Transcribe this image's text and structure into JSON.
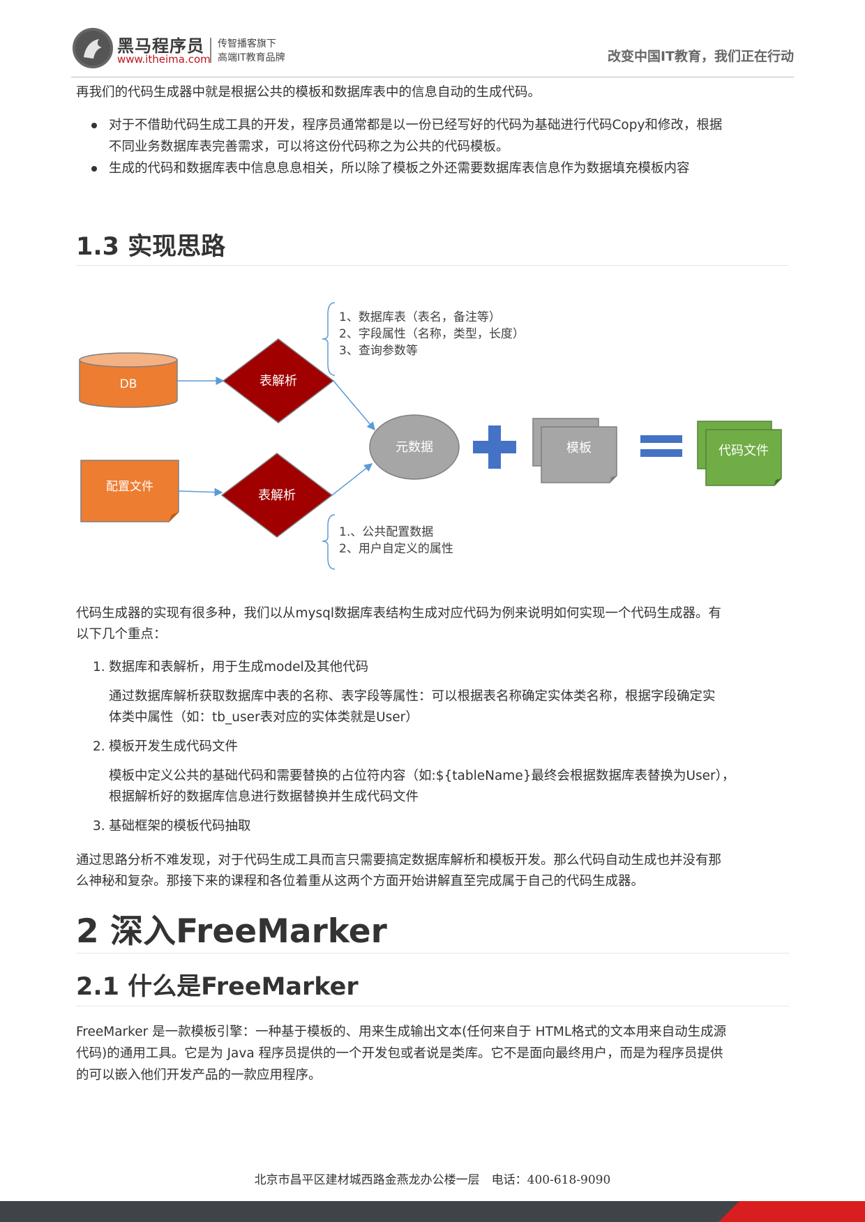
{
  "header": {
    "brand": "黑马程序员",
    "url": "www.itheima.com",
    "tagline_line1": "传智播客旗下",
    "tagline_line2": "高端IT教育品牌",
    "slogan": "改变中国IT教育，我们正在行动"
  },
  "intro": {
    "paragraph": "再我们的代码生成器中就是根据公共的模板和数据库表中的信息自动的生成代码。",
    "bullets": [
      {
        "line1": "对于不借助代码生成工具的开发，程序员通常都是以一份已经写好的代码为基础进行代码Copy和修改，根据",
        "line2": "不同业务数据库表完善需求，可以将这份代码称之为公共的代码模板。"
      },
      {
        "line1": "生成的代码和数据库表中信息息息相关，所以除了模板之外还需要数据库表信息作为数据填充模板内容"
      }
    ]
  },
  "section_1_3": {
    "heading": "1.3 实现思路",
    "diagram": {
      "db": "DB",
      "config_file": "配置文件",
      "table_parse_top": "表解析",
      "table_parse_bottom": "表解析",
      "metadata": "元数据",
      "template": "模板",
      "code_file": "代码文件",
      "notes_top": [
        "1、数据库表（表名，备注等）",
        "2、字段属性（名称，类型，长度）",
        "3、查询参数等"
      ],
      "notes_bottom": [
        "1.、公共配置数据",
        "2、用户自定义的属性"
      ],
      "colors": {
        "orange": "#ed7d31",
        "dark_red": "#a00000",
        "gray": "#a6a6a6",
        "blue": "#4472c4",
        "green": "#70ad47"
      }
    },
    "para1_line1": "代码生成器的实现有很多种，我们以从mysql数据库表结构生成对应代码为例来说明如何实现一个代码生成器。有",
    "para1_line2": "以下几个重点：",
    "list": [
      {
        "num": "1.",
        "title": "数据库和表解析，用于生成model及其他代码",
        "desc_line1": "通过数据库解析获取数据库中表的名称、表字段等属性：可以根据表名称确定实体类名称，根据字段确定实",
        "desc_line2": "体类中属性（如：tb_user表对应的实体类就是User）"
      },
      {
        "num": "2.",
        "title": "模板开发生成代码文件",
        "desc_line1": "模板中定义公共的基础代码和需要替换的占位符内容（如:${tableName}最终会根据数据库表替换为User），",
        "desc_line2": "根据解析好的数据库信息进行数据替换并生成代码文件"
      },
      {
        "num": "3.",
        "title": "基础框架的模板代码抽取"
      }
    ],
    "para2_line1": "通过思路分析不难发现，对于代码生成工具而言只需要搞定数据库解析和模板开发。那么代码自动生成也并没有那",
    "para2_line2": "么神秘和复杂。那接下来的课程和各位着重从这两个方面开始讲解直至完成属于自己的代码生成器。"
  },
  "section_2": {
    "heading": "2 深入FreeMarker",
    "sub_heading": "2.1 什么是FreeMarker",
    "para_line1": "FreeMarker 是一款模板引擎：一种基于模板的、用来生成输出文本(任何来自于 HTML格式的文本用来自动生成源",
    "para_line2": "代码)的通用工具。它是为 Java 程序员提供的一个开发包或者说是类库。它不是面向最终用户，而是为程序员提供",
    "para_line3": "的可以嵌入他们开发产品的一款应用程序。"
  },
  "footer": {
    "address": "北京市昌平区建材城西路金燕龙办公楼一层　电话：400-618-9090"
  }
}
